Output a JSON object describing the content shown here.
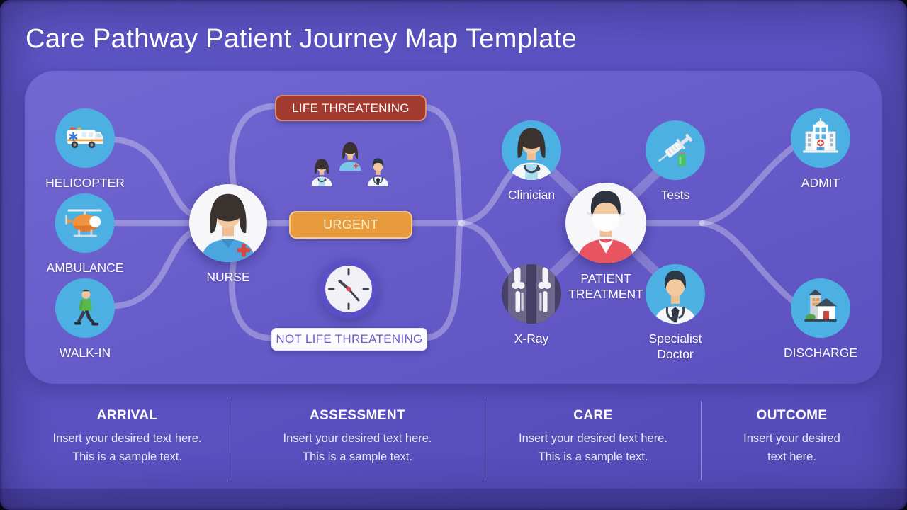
{
  "slide": {
    "title": "Care Pathway Patient Journey Map Template"
  },
  "nodes": {
    "helicopter": {
      "label": "HELICOPTER",
      "icon": "ambulance-van-icon"
    },
    "ambulance": {
      "label": "AMBULANCE",
      "icon": "helicopter-icon"
    },
    "walk_in": {
      "label": "WALK-IN",
      "icon": "walking-person-icon"
    },
    "nurse": {
      "label": "NURSE",
      "icon": "nurse-avatar-icon"
    },
    "clinician": {
      "label": "Clinician",
      "icon": "female-doctor-icon"
    },
    "tests": {
      "label": "Tests",
      "icon": "syringe-vial-icon"
    },
    "x_ray": {
      "label": "X-Ray",
      "icon": "knee-xray-icon"
    },
    "specialist_doctor": {
      "label": "Specialist Doctor",
      "icon": "male-doctor-icon"
    },
    "patient_treatment": {
      "label": "PATIENT TREATMENT",
      "icon": "masked-patient-icon"
    },
    "admit": {
      "label": "ADMIT",
      "icon": "hospital-building-icon"
    },
    "discharge": {
      "label": "DISCHARGE",
      "icon": "house-icon"
    }
  },
  "badges": {
    "life_threatening": {
      "label": "LIFE THREATENING",
      "bg": "#a23a30",
      "border": "#dd8d74",
      "text": "#ffffff"
    },
    "urgent": {
      "label": "URGENT",
      "bg": "#e79b3d",
      "border": "#f3cb8d",
      "text": "#fdf0cd"
    },
    "not_life_threatening": {
      "label": "NOT LIFE THREATENING",
      "bg": "#fcfcfe",
      "text": "#6a5ec8"
    }
  },
  "stages": [
    {
      "name": "ARRIVAL",
      "description": "Insert your desired text here. This is a sample text."
    },
    {
      "name": "ASSESSMENT",
      "description": "Insert your desired text here. This is a sample text."
    },
    {
      "name": "CARE",
      "description": "Insert your desired text here. This is a sample text."
    },
    {
      "name": "OUTCOME",
      "description": "Insert your desired text here."
    }
  ],
  "colors": {
    "slide_background": "#5a50bf",
    "panel_top": "#7368d2",
    "panel_bottom": "#5b50bf",
    "node_circle_blue": "#4db0e2",
    "white_circle": "#f7f7fa",
    "connector": "rgba(255,255,255,0.30)",
    "clock_ring": "#5b4fc6",
    "xray_circle": "#474066",
    "stage_divider": "rgba(195,203,255,0.55)"
  }
}
